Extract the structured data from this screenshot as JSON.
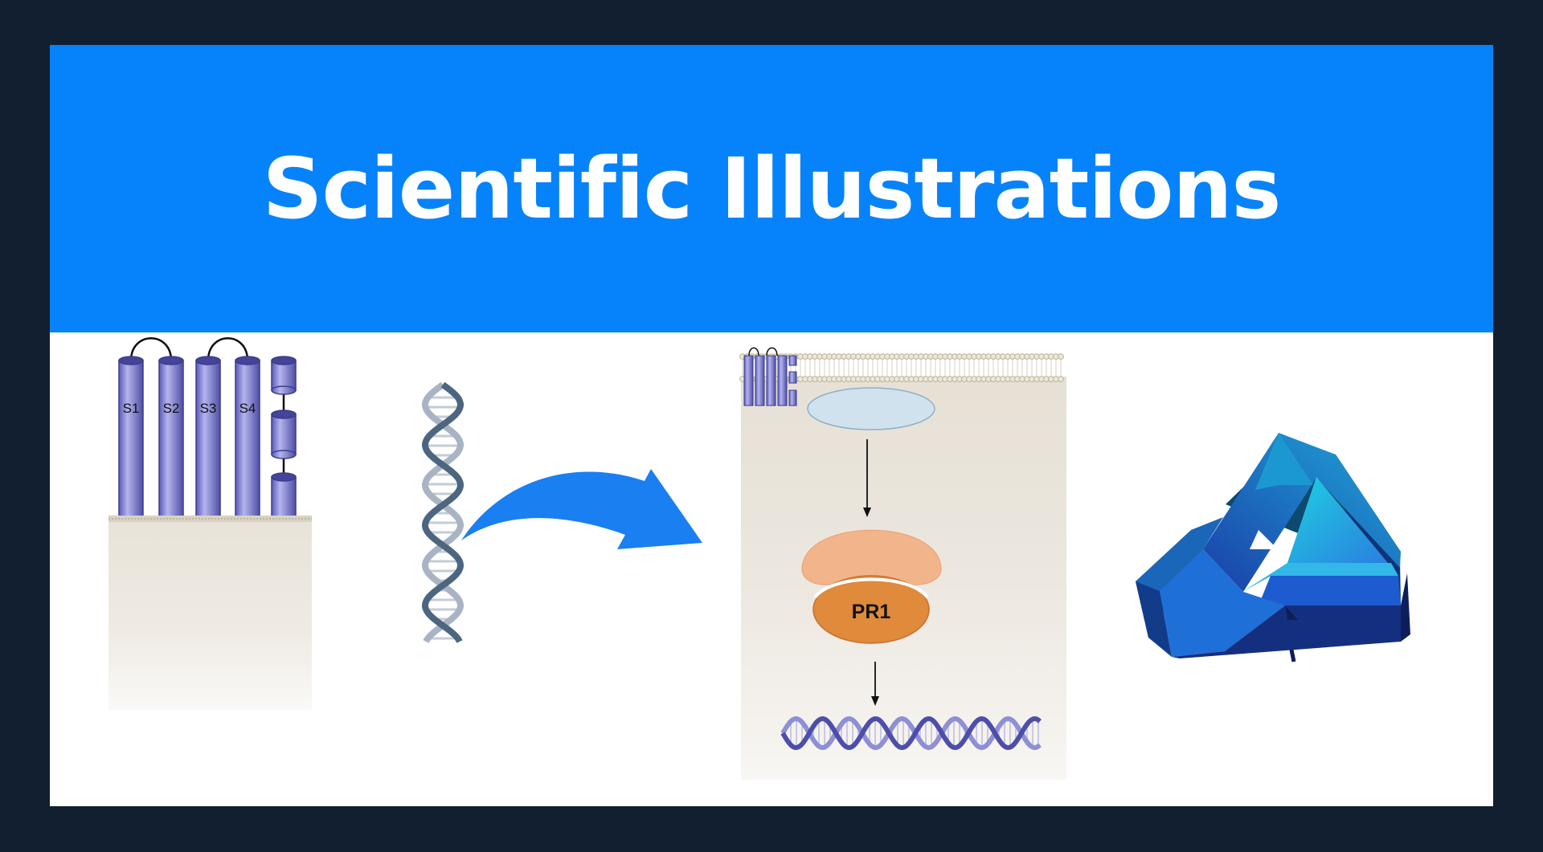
{
  "banner": {
    "title": "Scientific Illustrations"
  },
  "channel_diagram": {
    "segment_labels": [
      "S1",
      "S2",
      "S3",
      "S4"
    ]
  },
  "pathway_panel": {
    "protein_label": "PR1"
  },
  "colors": {
    "background": "#121f30",
    "banner": "#0683fa",
    "helix_purple": "#6a6ad0",
    "dna_dark": "#4d6680",
    "dna_light": "#a8b4c4",
    "arrow_blue": "#1a7ff0",
    "protein_orange": "#e08a3c",
    "protein_peach": "#f2b48a",
    "receptor_blue": "#cfe2ee"
  },
  "icons": [
    "ion-channel-icon",
    "dna-helix-icon",
    "curved-arrow-icon",
    "affinity-photo-logo-icon"
  ]
}
